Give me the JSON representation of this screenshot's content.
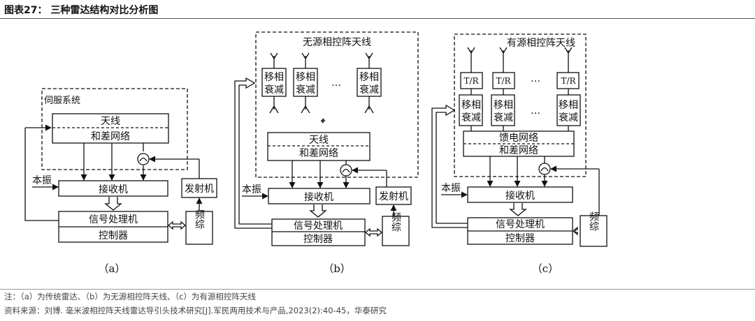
{
  "figure": {
    "title": "图表27：  三种雷达结构对比分析图",
    "note": "注：（a）为传统雷达、（b）为无源相控阵天线、（c）为有源相控阵天线",
    "source": "资料来源：刘博. 毫米波相控阵天线雷达导引头技术研究[J].军民两用技术与产品,2023(2):40-45，华泰研究"
  },
  "panel_a": {
    "caption": "（a）",
    "servo": "伺服系统",
    "antenna_top": "天线",
    "antenna_bottom": "和差网络",
    "lo": "本振",
    "receiver": "接收机",
    "transmitter": "发射机",
    "signal_proc": "信号处理机",
    "controller": "控制器",
    "synth": "频综"
  },
  "panel_b": {
    "caption": "（b）",
    "array_title": "无源相控阵天线",
    "phase1": "移相",
    "phase2": "衰减",
    "ellipsis": "…",
    "antenna_top": "天线",
    "antenna_bottom": "和差网络",
    "lo": "本振",
    "receiver": "接收机",
    "transmitter": "发射机",
    "signal_proc": "信号处理机",
    "controller": "控制器",
    "synth": "频综"
  },
  "panel_c": {
    "caption": "（c）",
    "array_title": "有源相控阵天线",
    "tr": "T/R",
    "phase1": "移相",
    "phase2": "衰减",
    "ellipsis": "…",
    "feed_top": "馈电网络",
    "feed_bottom": "和差网络",
    "lo": "本振",
    "receiver": "接收机",
    "signal_proc": "信号处理机",
    "controller": "控制器",
    "synth": "频综"
  }
}
